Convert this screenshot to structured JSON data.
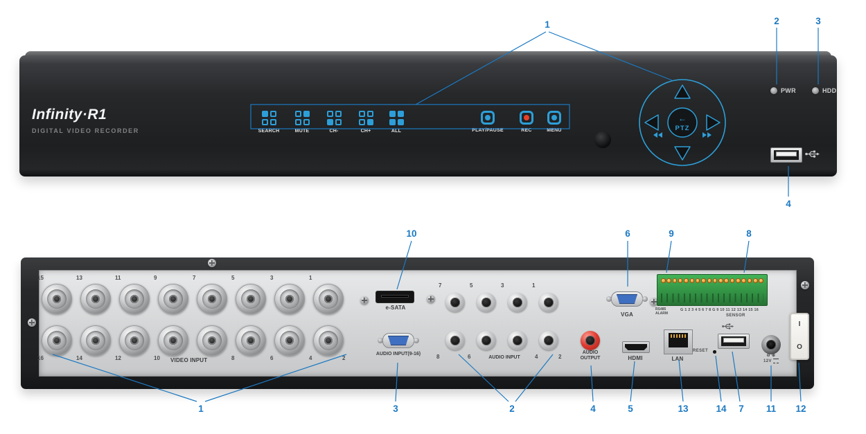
{
  "callouts": {
    "front": [
      "1",
      "2",
      "3",
      "4"
    ],
    "rear_top": [
      "10",
      "6",
      "9",
      "8"
    ],
    "rear_bottom": [
      "1",
      "3",
      "2",
      "4",
      "5",
      "13",
      "14",
      "7",
      "11",
      "12"
    ]
  },
  "front": {
    "brand": "Infinity·R1",
    "subtitle": "DIGITAL VIDEO RECORDER",
    "buttons": [
      {
        "label": "SEARCH"
      },
      {
        "label": "MUTE"
      },
      {
        "label": "CH-"
      },
      {
        "label": "CH+"
      },
      {
        "label": "ALL"
      },
      {
        "label": "PLAY/PAUSE"
      },
      {
        "label": "REC"
      },
      {
        "label": "MENU"
      }
    ],
    "nav": {
      "enter": "←",
      "ptz": "PTZ"
    },
    "leds": [
      {
        "label": "PWR"
      },
      {
        "label": "HDD"
      }
    ]
  },
  "rear": {
    "video_input_label": "VIDEO INPUT",
    "video_top": [
      "15",
      "13",
      "11",
      "9",
      "7",
      "5",
      "3",
      "1"
    ],
    "video_bottom": [
      "16",
      "14",
      "12",
      "10",
      "8",
      "6",
      "4",
      "2"
    ],
    "esata_label": "e-SATA",
    "audio_9_16_label": "AUDIO INPUT(9-16)",
    "audio_top": [
      "7",
      "5",
      "3",
      "1"
    ],
    "audio_bottom": [
      "8",
      "6",
      "4",
      "2"
    ],
    "audio_input_label": "AUDIO INPUT",
    "audio_output_line1": "AUDIO",
    "audio_output_line2": "OUTPUT",
    "vga_label": "VGA",
    "hdmi_label": "HDMI",
    "lan_label": "LAN",
    "reset_label": "RESET",
    "terminal_rs485": "RS485 ALARM",
    "terminal_numbers": "G 1 2 3 4 5 6 7 8 G 9 10 11 12 13 14 15 16",
    "terminal_sensor": "SENSOR",
    "power_volt": "12V",
    "power_sym": "⊖ ⊕",
    "switch_on": "I",
    "switch_off": "O"
  },
  "icons": {
    "usb": "usb-trident-icon",
    "nav_up": "up-arrow-icon",
    "nav_down": "down-arrow-icon",
    "nav_left": "left-arrow-icon",
    "nav_right": "right-arrow-icon",
    "rewind": "double-left-arrow-icon",
    "forward": "double-right-arrow-icon"
  },
  "colors": {
    "callout": "#1c79c2",
    "device_blue": "#2d9fd8",
    "record_red": "#e8402a"
  }
}
